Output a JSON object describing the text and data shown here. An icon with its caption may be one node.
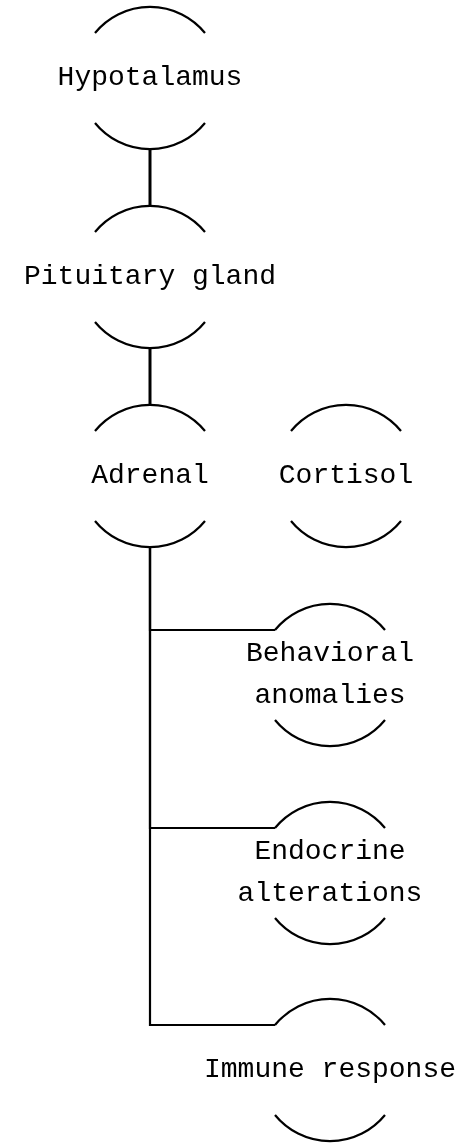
{
  "diagram": {
    "nodes": [
      {
        "text": [
          "Hypotalamus"
        ]
      },
      {
        "text": [
          "Pituitary gland"
        ]
      },
      {
        "text": [
          "Adrenal"
        ]
      },
      {
        "text": [
          "Cortisol"
        ]
      },
      {
        "text": [
          "Behavioral anomalies"
        ]
      },
      {
        "text": [
          "Endocrine alterations"
        ]
      },
      {
        "text": [
          "Immune response"
        ]
      }
    ],
    "edges": [
      {
        "from": 0,
        "to": 1,
        "arrow": "none"
      },
      {
        "from": 1,
        "to": 2,
        "arrow": "none"
      },
      {
        "from": 2,
        "to": 4,
        "arrow": "none"
      },
      {
        "from": 2,
        "to": 5,
        "arrow": "none"
      },
      {
        "from": 2,
        "to": 6,
        "arrow": "none"
      }
    ]
  }
}
